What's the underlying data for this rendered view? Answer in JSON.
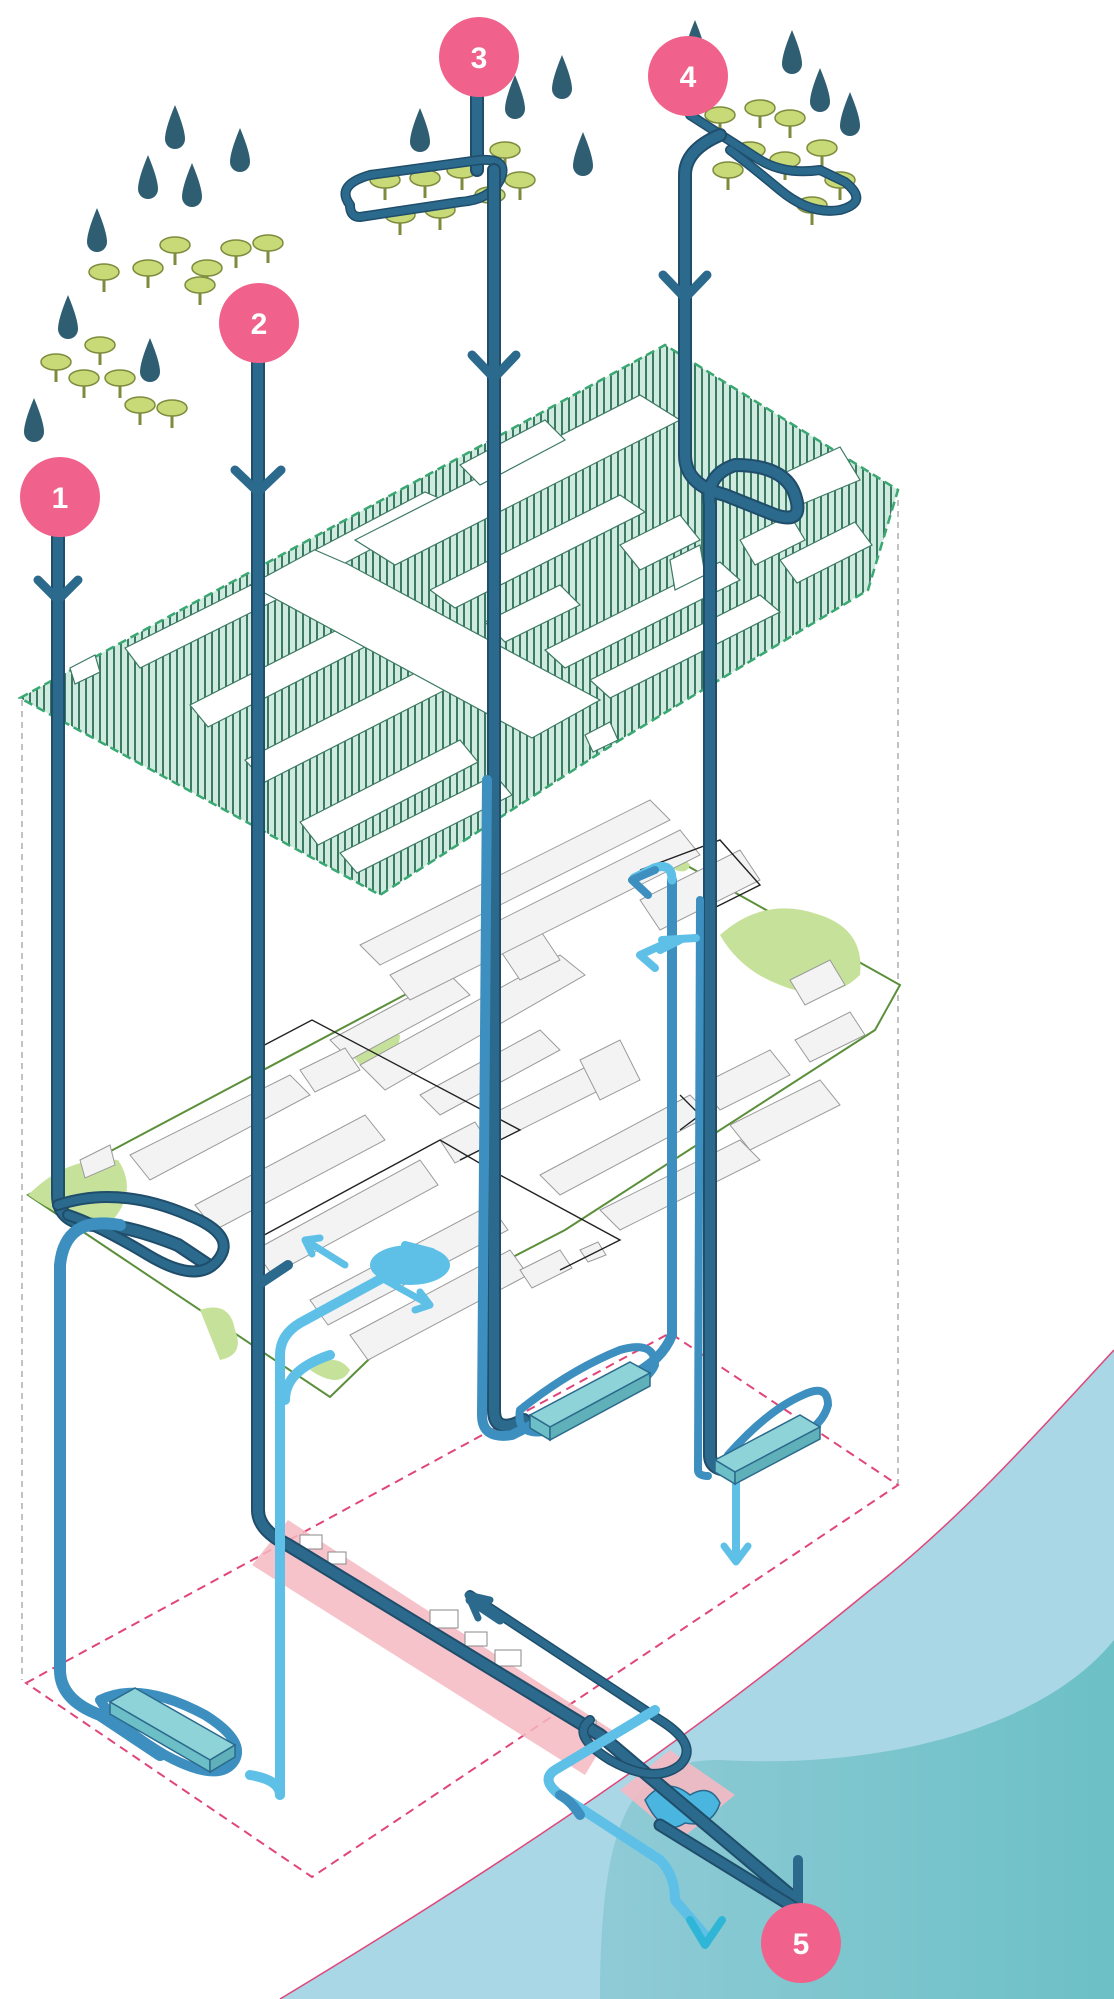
{
  "colors": {
    "badge": "#f0628b",
    "pipe_dark": "#2b6a8d",
    "pipe_mid": "#3c8fbf",
    "pipe_light": "#5ec0e7",
    "pipe_outline": "#1f4d6a",
    "roof_fill": "#cfeadf",
    "roof_hatch": "#3d7a64",
    "roof_border": "#3aa872",
    "ground_fill": "#ffffff",
    "ground_border": "#5b8f3a",
    "greenery": "#c6e29a",
    "underground_border": "#e0467a",
    "red_zone": "#f5b9c2",
    "water_light": "#a9d7e6",
    "water_dark": "#71c2c9",
    "raindrop": "#2f5e73",
    "tree_canopy": "#c8d978",
    "tree_trunk": "#7d8b3c",
    "tank_fill": "#8dd3d8",
    "building": "#f3f3f3"
  },
  "badges": [
    {
      "label": "1"
    },
    {
      "label": "2"
    },
    {
      "label": "3"
    },
    {
      "label": "4"
    },
    {
      "label": "5"
    }
  ],
  "icons": {
    "raindrop": "raindrop-icon",
    "tree": "tree-icon",
    "arrow": "flow-arrow-icon",
    "tank": "storage-tank-icon"
  }
}
